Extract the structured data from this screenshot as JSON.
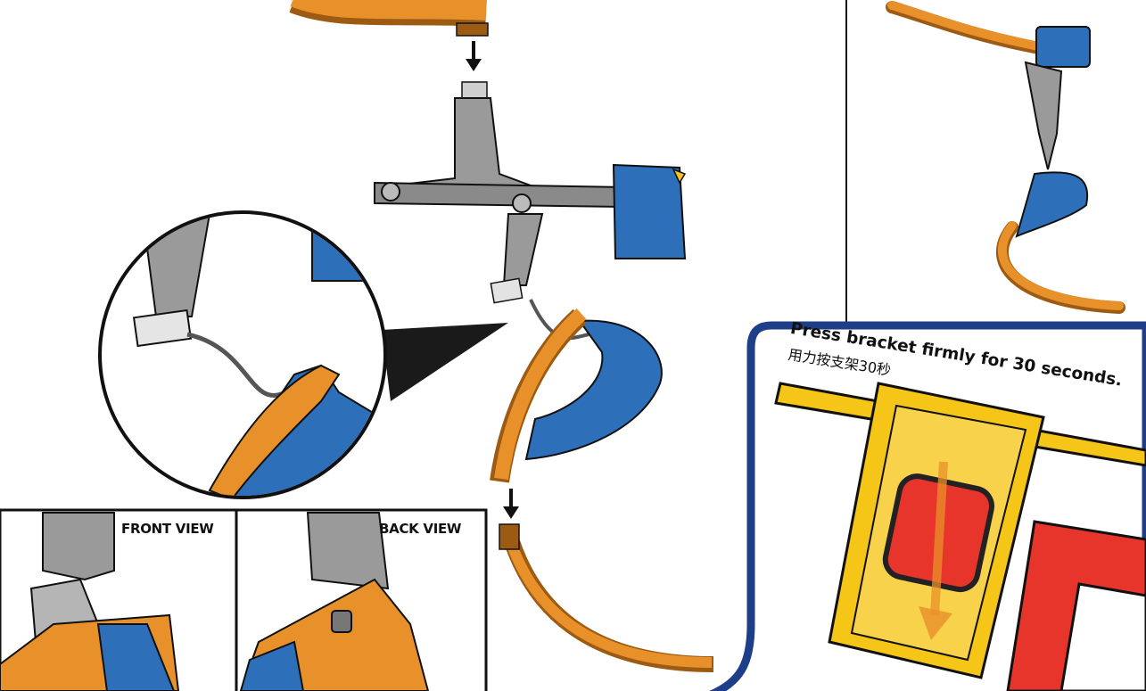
{
  "views": {
    "front_label": "FRONT VIEW",
    "back_label": "BACK VIEW"
  },
  "instruction": {
    "english": "Press bracket firmly for 30 seconds.",
    "chinese": "用力按支架30秒"
  },
  "colors": {
    "track_orange": "#E8902A",
    "track_dark": "#9C5A12",
    "bracket_gray": "#9A9A9A",
    "clamp_blue": "#2D6FB8",
    "panel_navy": "#1F3E8A",
    "logo_red": "#E8352B",
    "bracket_yellow": "#F5C518"
  }
}
